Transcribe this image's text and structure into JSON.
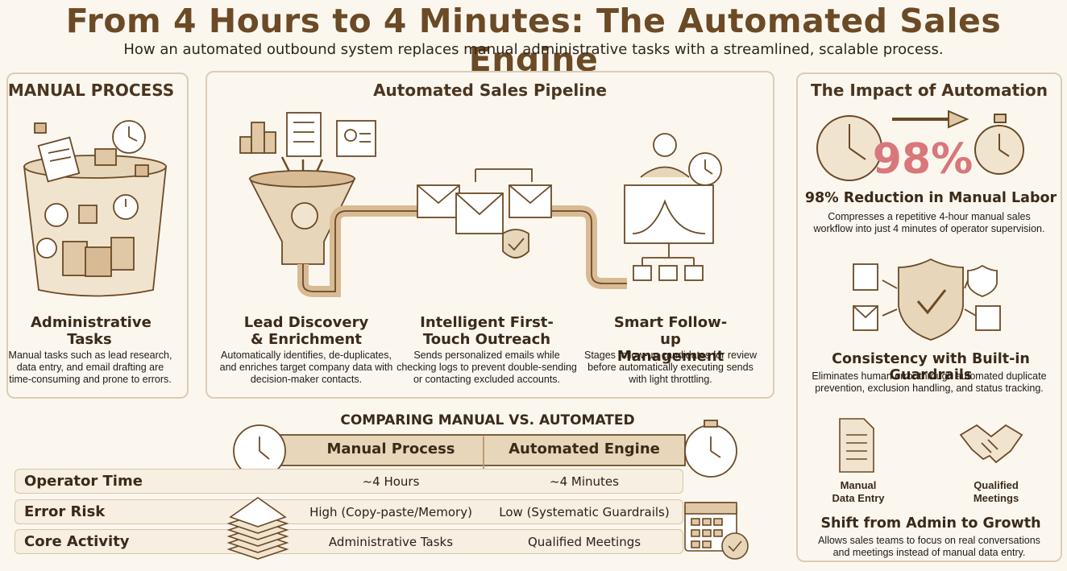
{
  "header": {
    "title": "From 4 Hours to 4 Minutes: The Automated Sales Engine",
    "subtitle": "How an automated outbound system replaces manual administrative tasks with a streamlined, scalable process."
  },
  "manual": {
    "title": "MANUAL PROCESS",
    "item_title": "Administrative Tasks",
    "item_desc": "Manual tasks such as lead research, data entry, and email drafting are time-consuming and prone to errors."
  },
  "pipeline": {
    "title": "Automated Sales Pipeline",
    "stages": [
      {
        "title": "Lead Discovery & Enrichment",
        "desc": "Automatically identifies, de-duplicates, and enriches target company data with decision-maker contacts."
      },
      {
        "title": "Intelligent First-Touch Outreach",
        "desc": "Sends personalized emails while checking logs to prevent double-sending or contacting excluded accounts."
      },
      {
        "title": "Smart Follow-up Management",
        "desc": "Stages follow-up candidates for review before automatically executing sends with light throttling."
      }
    ]
  },
  "comparison": {
    "title": "COMPARING MANUAL VS. AUTOMATED",
    "columns": [
      "Manual Process",
      "Automated Engine"
    ],
    "rows": [
      {
        "label": "Operator Time",
        "manual": "~4 Hours",
        "automated": "~4 Minutes"
      },
      {
        "label": "Error Risk",
        "manual": "High (Copy-paste/Memory)",
        "automated": "Low (Systematic Guardrails)"
      },
      {
        "label": "Core Activity",
        "manual": "Administrative Tasks",
        "automated": "Qualified Meetings"
      }
    ]
  },
  "impact": {
    "title": "The Impact of Automation",
    "percent": "98%",
    "items": [
      {
        "title": "98% Reduction in Manual Labor",
        "desc": "Compresses a repetitive 4-hour manual sales workflow into just 4 minutes of operator supervision."
      },
      {
        "title": "Consistency with Built-in Guardrails",
        "desc": "Eliminates human error through automated duplicate prevention, exclusion handling, and status tracking."
      },
      {
        "title": "Shift from Admin to Growth",
        "desc": "Allows sales teams to focus on real conversations and meetings instead of manual data entry."
      }
    ],
    "shift_labels": [
      "Manual Data Entry",
      "Qualified Meetings"
    ]
  },
  "colors": {
    "ink": "#6b4a25",
    "accent": "#c9996a",
    "red": "#d9777b",
    "paper": "#fbf7ef"
  }
}
